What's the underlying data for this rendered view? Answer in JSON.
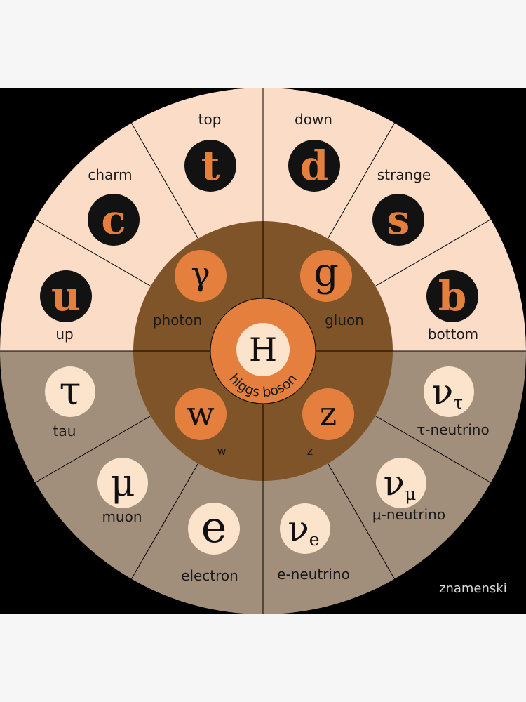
{
  "colors": {
    "page_bg": "#f6f6f6",
    "frame_bg": "#000000",
    "quark_sector": "#fbdcc7",
    "lepton_sector": "#a28f7b",
    "boson_ring": "#7f5428",
    "boson_token": "#e57f3e",
    "quark_token": "#121212",
    "quark_symbol": "#e57f3e",
    "lepton_token": "#fbe3cc",
    "lepton_symbol": "#111111",
    "higgs_outer": "#e57f3e",
    "higgs_inner": "#fbe3cc",
    "label_text": "#1a1a1a",
    "watermark_text": "#d9d9d9"
  },
  "quarks": [
    {
      "symbol": "t",
      "name": "top"
    },
    {
      "symbol": "d",
      "name": "down"
    },
    {
      "symbol": "s",
      "name": "strange"
    },
    {
      "symbol": "b",
      "name": "bottom"
    },
    {
      "symbol": "u",
      "name": "up"
    },
    {
      "symbol": "c",
      "name": "charm"
    }
  ],
  "leptons": [
    {
      "symbol": "ν",
      "sub": "τ",
      "name": "τ-neutrino"
    },
    {
      "symbol": "ν",
      "sub": "μ",
      "name": "μ-neutrino"
    },
    {
      "symbol": "ν",
      "sub": "e",
      "name": "e-neutrino"
    },
    {
      "symbol": "e",
      "name": "electron"
    },
    {
      "symbol": "μ",
      "name": "muon"
    },
    {
      "symbol": "τ",
      "name": "tau"
    }
  ],
  "bosons": [
    {
      "symbol": "γ",
      "name": "photon"
    },
    {
      "symbol": "g",
      "name": "gluon"
    },
    {
      "symbol": "w",
      "name": "w"
    },
    {
      "symbol": "z",
      "name": "z"
    }
  ],
  "higgs": {
    "symbol": "H",
    "name": "higgs boson"
  },
  "watermark": "znamenski"
}
